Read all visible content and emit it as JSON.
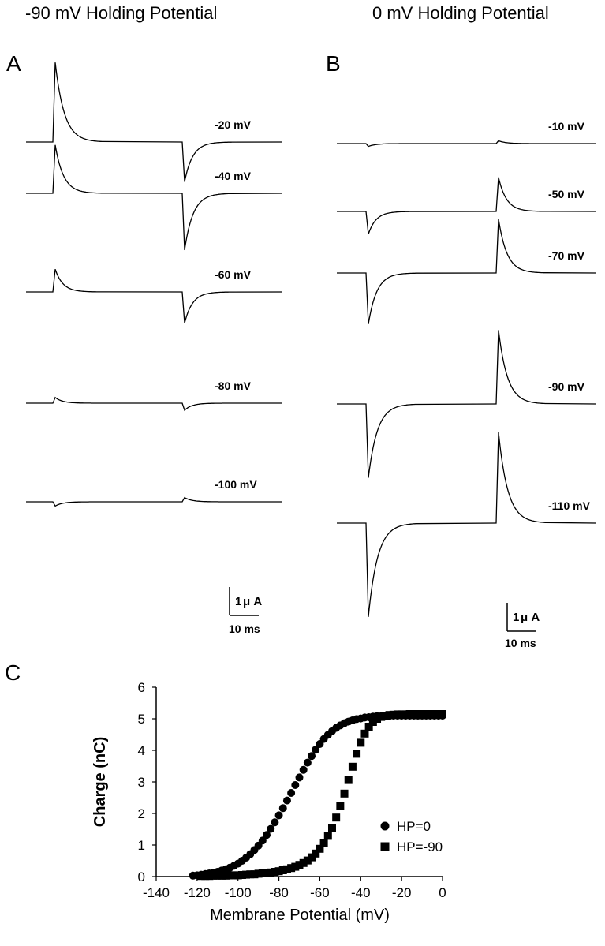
{
  "panel_a": {
    "letter": "A",
    "title": "-90 mV Holding Potential",
    "traces": [
      {
        "label": "-20 mV",
        "on_peak": 2.8,
        "off_peak": -1.4
      },
      {
        "label": "-40 mV",
        "on_peak": 1.7,
        "off_peak": -2.0
      },
      {
        "label": "-60 mV",
        "on_peak": 0.8,
        "off_peak": -1.1
      },
      {
        "label": "-80 mV",
        "on_peak": 0.2,
        "off_peak": -0.25
      },
      {
        "label": "-100 mV",
        "on_peak": -0.15,
        "off_peak": 0.15
      }
    ],
    "scale_bar": {
      "current": "1",
      "current_unit": "μ A",
      "time": "10 ms"
    }
  },
  "panel_b": {
    "letter": "B",
    "title": "0 mV Holding Potential",
    "traces": [
      {
        "label": "-10 mV",
        "on_peak": -0.1,
        "off_peak": 0.1
      },
      {
        "label": "-50 mV",
        "on_peak": -0.8,
        "off_peak": 1.2
      },
      {
        "label": "-70 mV",
        "on_peak": -1.8,
        "off_peak": 1.9
      },
      {
        "label": "-90 mV",
        "on_peak": -2.6,
        "off_peak": 2.6
      },
      {
        "label": "-110 mV",
        "on_peak": -3.3,
        "off_peak": 3.2
      }
    ],
    "scale_bar": {
      "current": "1",
      "current_unit": "μ A",
      "time": "10 ms"
    }
  },
  "panel_c": {
    "letter": "C",
    "xlabel": "Membrane Potential (mV)",
    "ylabel": "Charge (nC)",
    "legend_position": "bottom-right",
    "xticks": [
      "-140",
      "-120",
      "-100",
      "-80",
      "-60",
      "-40",
      "-20",
      "0"
    ],
    "yticks": [
      "0",
      "1",
      "2",
      "3",
      "4",
      "5",
      "6"
    ]
  },
  "chart_data": [
    {
      "type": "line",
      "panel": "A",
      "title": "-90 mV Holding Potential",
      "scale_bar": {
        "current": "1 μA",
        "time": "10 ms"
      },
      "series": [
        {
          "name": "-20 mV",
          "on_peak_uA": 2.8,
          "off_peak_uA": -1.4
        },
        {
          "name": "-40 mV",
          "on_peak_uA": 1.7,
          "off_peak_uA": -2.0
        },
        {
          "name": "-60 mV",
          "on_peak_uA": 0.8,
          "off_peak_uA": -1.1
        },
        {
          "name": "-80 mV",
          "on_peak_uA": 0.2,
          "off_peak_uA": -0.25
        },
        {
          "name": "-100 mV",
          "on_peak_uA": -0.15,
          "off_peak_uA": 0.15
        }
      ]
    },
    {
      "type": "line",
      "panel": "B",
      "title": "0 mV Holding Potential",
      "scale_bar": {
        "current": "1 μA",
        "time": "10 ms"
      },
      "series": [
        {
          "name": "-10 mV",
          "on_peak_uA": -0.1,
          "off_peak_uA": 0.1
        },
        {
          "name": "-50 mV",
          "on_peak_uA": -0.8,
          "off_peak_uA": 1.2
        },
        {
          "name": "-70 mV",
          "on_peak_uA": -1.8,
          "off_peak_uA": 1.9
        },
        {
          "name": "-90 mV",
          "on_peak_uA": -2.6,
          "off_peak_uA": 2.6
        },
        {
          "name": "-110 mV",
          "on_peak_uA": -3.3,
          "off_peak_uA": 3.2
        }
      ]
    },
    {
      "type": "scatter",
      "panel": "C",
      "xlabel": "Membrane Potential (mV)",
      "ylabel": "Charge (nC)",
      "xlim": [
        -140,
        0
      ],
      "ylim": [
        0,
        6
      ],
      "grid": false,
      "legend": "bottom-right",
      "series": [
        {
          "name": "HP=0",
          "marker": "circle",
          "x": [
            -122,
            -120,
            -118,
            -116,
            -114,
            -112,
            -110,
            -108,
            -106,
            -104,
            -102,
            -100,
            -98,
            -96,
            -94,
            -92,
            -90,
            -88,
            -86,
            -84,
            -82,
            -80,
            -78,
            -76,
            -74,
            -72,
            -70,
            -68,
            -66,
            -64,
            -62,
            -60,
            -58,
            -56,
            -54,
            -52,
            -50,
            -48,
            -46,
            -44,
            -42,
            -40,
            -38,
            -36,
            -34,
            -32,
            -30,
            -28,
            -26,
            -24,
            -22,
            -20,
            -18,
            -16,
            -14,
            -12,
            -10,
            -8,
            -6,
            -4,
            -2,
            0
          ],
          "y": [
            0.03,
            0.04,
            0.06,
            0.08,
            0.1,
            0.12,
            0.15,
            0.19,
            0.23,
            0.28,
            0.34,
            0.41,
            0.5,
            0.6,
            0.71,
            0.84,
            0.98,
            1.14,
            1.32,
            1.51,
            1.72,
            1.94,
            2.17,
            2.41,
            2.65,
            2.9,
            3.14,
            3.38,
            3.61,
            3.82,
            4.02,
            4.2,
            4.36,
            4.49,
            4.61,
            4.71,
            4.79,
            4.86,
            4.91,
            4.95,
            4.99,
            5.01,
            5.04,
            5.05,
            5.07,
            5.08,
            5.08,
            5.09,
            5.09,
            5.1,
            5.1,
            5.1,
            5.1,
            5.1,
            5.1,
            5.1,
            5.1,
            5.1,
            5.1,
            5.1,
            5.1,
            5.1
          ]
        },
        {
          "name": "HP=-90",
          "marker": "square",
          "x": [
            -118,
            -116,
            -114,
            -112,
            -110,
            -108,
            -106,
            -104,
            -102,
            -100,
            -98,
            -96,
            -94,
            -92,
            -90,
            -88,
            -86,
            -84,
            -82,
            -80,
            -78,
            -76,
            -74,
            -72,
            -70,
            -68,
            -66,
            -64,
            -62,
            -60,
            -58,
            -56,
            -54,
            -52,
            -50,
            -48,
            -46,
            -44,
            -42,
            -40,
            -38,
            -36,
            -34,
            -32,
            -30,
            -28,
            -26,
            -24,
            -22,
            -20,
            -18,
            -16,
            -14,
            -12,
            -10,
            -8,
            -6,
            -4,
            -2,
            0
          ],
          "y": [
            0.02,
            0.02,
            0.02,
            0.03,
            0.03,
            0.03,
            0.03,
            0.04,
            0.04,
            0.04,
            0.05,
            0.06,
            0.07,
            0.07,
            0.09,
            0.1,
            0.11,
            0.13,
            0.15,
            0.17,
            0.2,
            0.23,
            0.27,
            0.31,
            0.37,
            0.43,
            0.51,
            0.61,
            0.73,
            0.88,
            1.06,
            1.29,
            1.55,
            1.87,
            2.23,
            2.63,
            3.06,
            3.48,
            3.89,
            4.24,
            4.53,
            4.75,
            4.9,
            5.0,
            5.06,
            5.1,
            5.12,
            5.13,
            5.14,
            5.14,
            5.14,
            5.15,
            5.15,
            5.15,
            5.15,
            5.15,
            5.15,
            5.15,
            5.15,
            5.15
          ]
        }
      ]
    }
  ]
}
